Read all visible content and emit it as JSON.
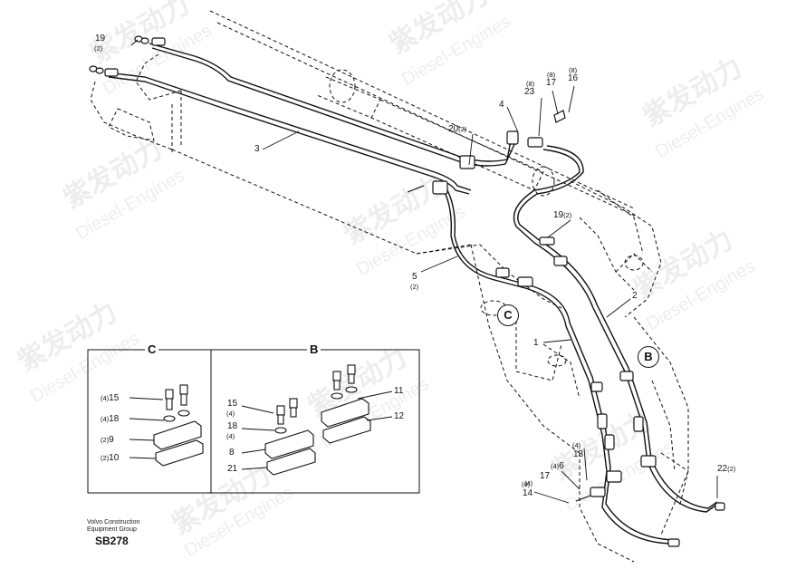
{
  "parts": [
    {
      "id": "p19a",
      "number": "19",
      "qty": "(2)"
    },
    {
      "id": "p3",
      "number": "3",
      "qty": ""
    },
    {
      "id": "p20",
      "number": "20",
      "qty": "(2)"
    },
    {
      "id": "p4",
      "number": "4",
      "qty": ""
    },
    {
      "id": "p23",
      "number": "23",
      "qty": "(8)"
    },
    {
      "id": "p17",
      "number": "17",
      "qty": "(8)"
    },
    {
      "id": "p16",
      "number": "16",
      "qty": "(8)"
    },
    {
      "id": "p19b",
      "number": "19",
      "qty": "(2)"
    },
    {
      "id": "p5",
      "number": "5",
      "qty": "(2)"
    },
    {
      "id": "p2",
      "number": "2",
      "qty": ""
    },
    {
      "id": "p1",
      "number": "1",
      "qty": ""
    },
    {
      "id": "p13",
      "number": "13",
      "qty": "(4)"
    },
    {
      "id": "p6",
      "number": "6",
      "qty": "(4)"
    },
    {
      "id": "p17b",
      "number": "17",
      "qty": "(4)"
    },
    {
      "id": "p14",
      "number": "14",
      "qty": "(4)"
    },
    {
      "id": "p22",
      "number": "22",
      "qty": "(2)"
    }
  ],
  "callouts": {
    "c": "C",
    "b": "B"
  },
  "detail_c": {
    "title": "C",
    "items": [
      {
        "qty": "(4)",
        "number": "15"
      },
      {
        "qty": "(4)",
        "number": "18"
      },
      {
        "qty": "(2)",
        "number": "9"
      },
      {
        "qty": "(2)",
        "number": "10"
      }
    ]
  },
  "detail_b": {
    "title": "B",
    "items": [
      {
        "number": "15",
        "qty": "(4)"
      },
      {
        "number": "18",
        "qty": "(4)"
      },
      {
        "number": "8",
        "qty": ""
      },
      {
        "number": "21",
        "qty": ""
      },
      {
        "number": "11",
        "qty": ""
      },
      {
        "number": "12",
        "qty": ""
      }
    ]
  },
  "footer": {
    "maker_line1": "Volvo Construction",
    "maker_line2": "Equipment Group",
    "sb_number": "SB278"
  },
  "watermark": {
    "cn": "紫发动力",
    "en": "Diesel-Engines"
  }
}
